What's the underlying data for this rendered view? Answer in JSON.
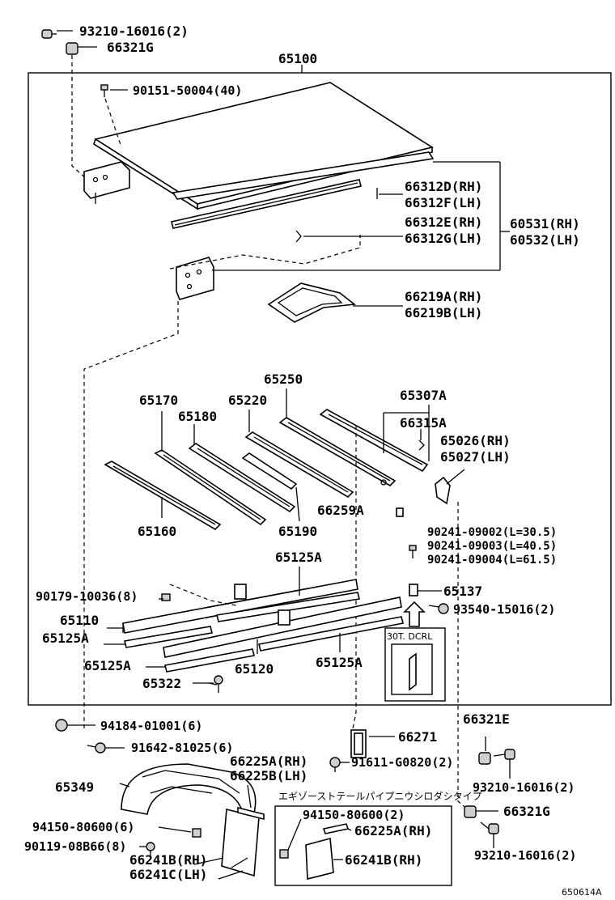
{
  "diagram": {
    "labels": {
      "p93210_top": "93210-16016(2)",
      "p66321G_top": "66321G",
      "p65100": "65100",
      "p90151": "90151-50004(40)",
      "p66312D": "66312D(RH)",
      "p66312F": "66312F(LH)",
      "p66312E": "66312E(RH)",
      "p66312G": "66312G(LH)",
      "p60531": "60531(RH)",
      "p60532": "60532(LH)",
      "p66219A": "66219A(RH)",
      "p66219B": "66219B(LH)",
      "p65250": "65250",
      "p65170": "65170",
      "p65220": "65220",
      "p65307A": "65307A",
      "p65180": "65180",
      "p66315A": "66315A",
      "p65026": "65026(RH)",
      "p65027": "65027(LH)",
      "p66259A": "66259A",
      "p65160": "65160",
      "p65190": "65190",
      "p90241_1": "90241-09002(L=30.5)",
      "p90241_2": "90241-09003(L=40.5)",
      "p90241_3": "90241-09004(L=61.5)",
      "p65125A_top": "65125A",
      "p90179": "90179-10036(8)",
      "p65137": "65137",
      "p65110": "65110",
      "p93540": "93540-15016(2)",
      "p65125A_left": "65125A",
      "p30T": "30T. DCRL",
      "p65125A_low": "65125A",
      "p65120": "65120",
      "p65125A_right": "65125A",
      "p65322": "65322",
      "p94184": "94184-01001(6)",
      "p66321E": "66321E",
      "p91642": "91642-81025(6)",
      "p66271": "66271",
      "p66225A_main": "66225A(RH)",
      "p91611": "91611-G0820(2)",
      "p66225B": "66225B(LH)",
      "p93210_mid": "93210-16016(2)",
      "p65349": "65349",
      "p_exhaust": "エギゾーストテールパイプニウシロダシタイプ",
      "p94150_box": "94150-80600(2)",
      "p66321G_low": "66321G",
      "p94150_main": "94150-80600(6)",
      "p66225A_box": "66225A(RH)",
      "p90119": "90119-08B66(8)",
      "p93210_low": "93210-16016(2)",
      "p66241B_main": "66241B(RH)",
      "p66241B_box": "66241B(RH)",
      "p66241C": "66241C(LH)",
      "p_ref": "650614A"
    }
  }
}
